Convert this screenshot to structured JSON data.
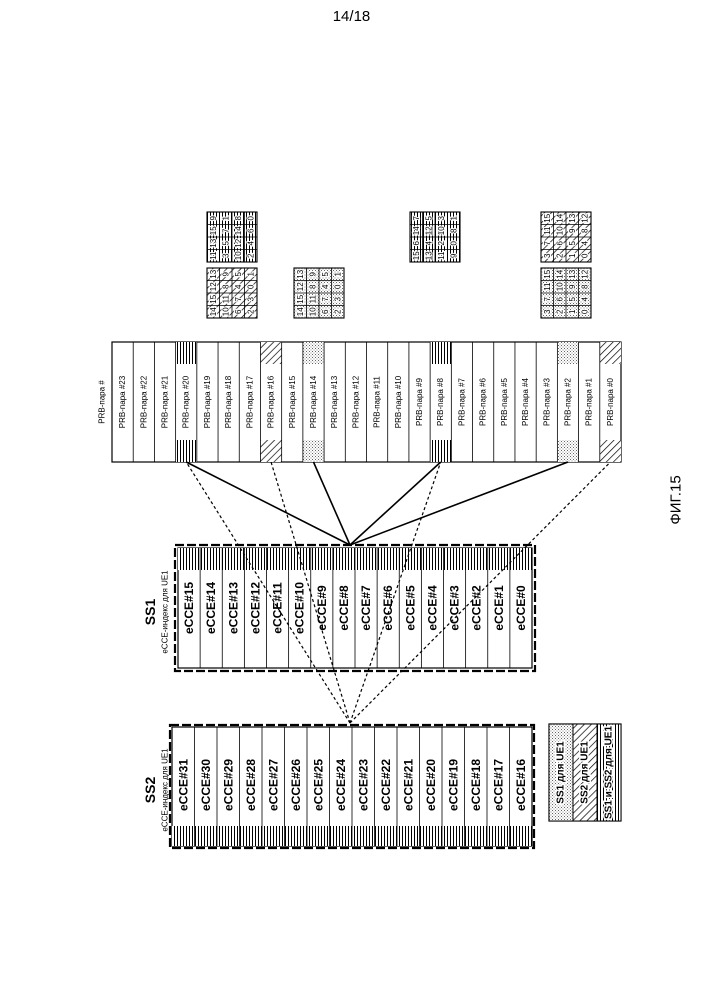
{
  "page_number": "14/18",
  "figure_caption": "ФИГ.15",
  "ss2": {
    "title": "SS2",
    "subtitle": "eCCE-индекс для UE1",
    "labels": [
      "eCCE#31",
      "eCCE#30",
      "eCCE#29",
      "eCCE#28",
      "eCCE#27",
      "eCCE#26",
      "eCCE#25",
      "eCCE#24",
      "eCCE#23",
      "eCCE#22",
      "eCCE#21",
      "eCCE#20",
      "eCCE#19",
      "eCCE#18",
      "eCCE#17",
      "eCCE#16"
    ]
  },
  "ss1": {
    "title": "SS1",
    "subtitle": "eCCE-индекс для UE1",
    "labels": [
      "eCCE#15",
      "eCCE#14",
      "eCCE#13",
      "eCCE#12",
      "eCCE#11",
      "eCCE#10",
      "eCCE#9",
      "eCCE#8",
      "eCCE#7",
      "eCCE#6",
      "eCCE#5",
      "eCCE#4",
      "eCCE#3",
      "eCCE#2",
      "eCCE#1",
      "eCCE#0"
    ]
  },
  "prb": {
    "header": "PRB-пара #",
    "labels": [
      "PRB-пара #23",
      "PRB-пара #22",
      "PRB-пара #21",
      "PRB-пара #20",
      "PRB-пара #19",
      "PRB-пара #18",
      "PRB-пара #17",
      "PRB-пара #16",
      "PRB-пара #15",
      "PRB-пара #14",
      "PRB-пара #13",
      "PRB-пара #12",
      "PRB-пара #11",
      "PRB-пара #10",
      "PRB-пара #9",
      "PRB-пара #8",
      "PRB-пара #7",
      "PRB-пара #6",
      "PRB-пара #5",
      "PRB-пара #4",
      "PRB-пара #3",
      "PRB-пара #2",
      "PRB-пара #1",
      "PRB-пара #0"
    ]
  },
  "grids": [
    {
      "rows": [
        [
          "11",
          "13",
          "15",
          "9"
        ],
        [
          "3",
          "5",
          "7",
          "1"
        ],
        [
          "10",
          "12",
          "14",
          "8"
        ],
        [
          "2",
          "4",
          "6",
          "0"
        ]
      ]
    },
    {
      "rows": [
        [
          "14",
          "15",
          "12",
          "13"
        ],
        [
          "10",
          "11",
          "8",
          "9"
        ],
        [
          "6",
          "7",
          "4",
          "5"
        ],
        [
          "2",
          "3",
          "0",
          "1"
        ]
      ]
    },
    {
      "rows": [
        [
          "14",
          "15",
          "12",
          "13"
        ],
        [
          "10",
          "11",
          "8",
          "9"
        ],
        [
          "6",
          "7",
          "4",
          "5"
        ],
        [
          "2",
          "3",
          "0",
          "1"
        ]
      ]
    },
    {
      "rows": [
        [
          "15",
          "6",
          "14",
          "7"
        ],
        [
          "13",
          "4",
          "12",
          "5"
        ],
        [
          "11",
          "2",
          "10",
          "3"
        ],
        [
          "9",
          "0",
          "8",
          "1"
        ]
      ]
    },
    {
      "rows": [
        [
          "3",
          "7",
          "11",
          "15"
        ],
        [
          "2",
          "6",
          "10",
          "14"
        ],
        [
          "1",
          "5",
          "9",
          "13"
        ],
        [
          "0",
          "4",
          "8",
          "12"
        ]
      ]
    },
    {
      "rows": [
        [
          "3",
          "7",
          "11",
          "15"
        ],
        [
          "2",
          "6",
          "10",
          "14"
        ],
        [
          "1",
          "5",
          "9",
          "13"
        ],
        [
          "0",
          "4",
          "8",
          "12"
        ]
      ]
    }
  ],
  "legend": {
    "ss1": "SS1 для UE1",
    "ss2": "SS2 для UE1",
    "both": "SS1 и SS2 для UE1"
  }
}
